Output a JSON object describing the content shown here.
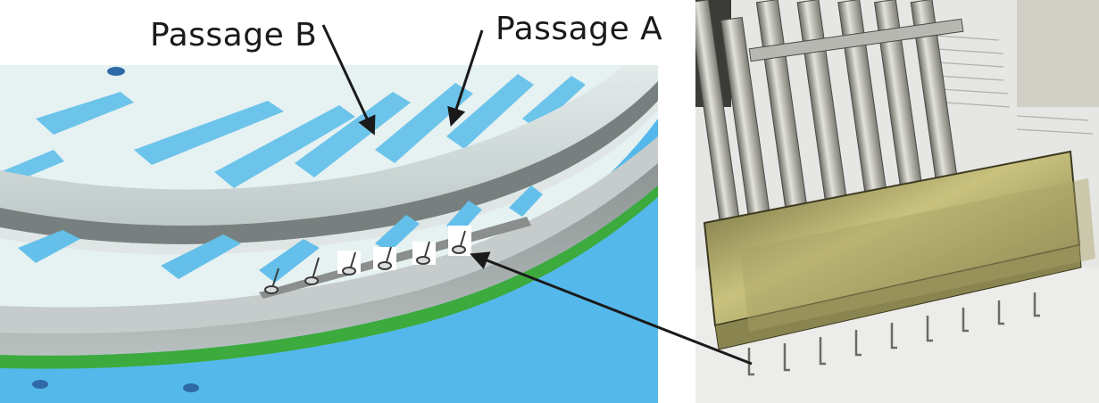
{
  "labels": {
    "passage_b": "Passage B",
    "passage_a": "Passage A"
  },
  "panels": {
    "left": "cad-rendering-of-turbine-vane-ring-with-probes",
    "right": "photograph-of-probe-rake-assembly"
  },
  "colors": {
    "background_blue": "#55b8ea",
    "vane_light": "#dfeef0",
    "vane_blue": "#64c2ea",
    "ring_gray": "#b9bfbd",
    "ring_green": "#3caa3c",
    "arrow": "#1a1a1a",
    "brass": "#b4ad6a",
    "steel": "#cfcfc8"
  }
}
